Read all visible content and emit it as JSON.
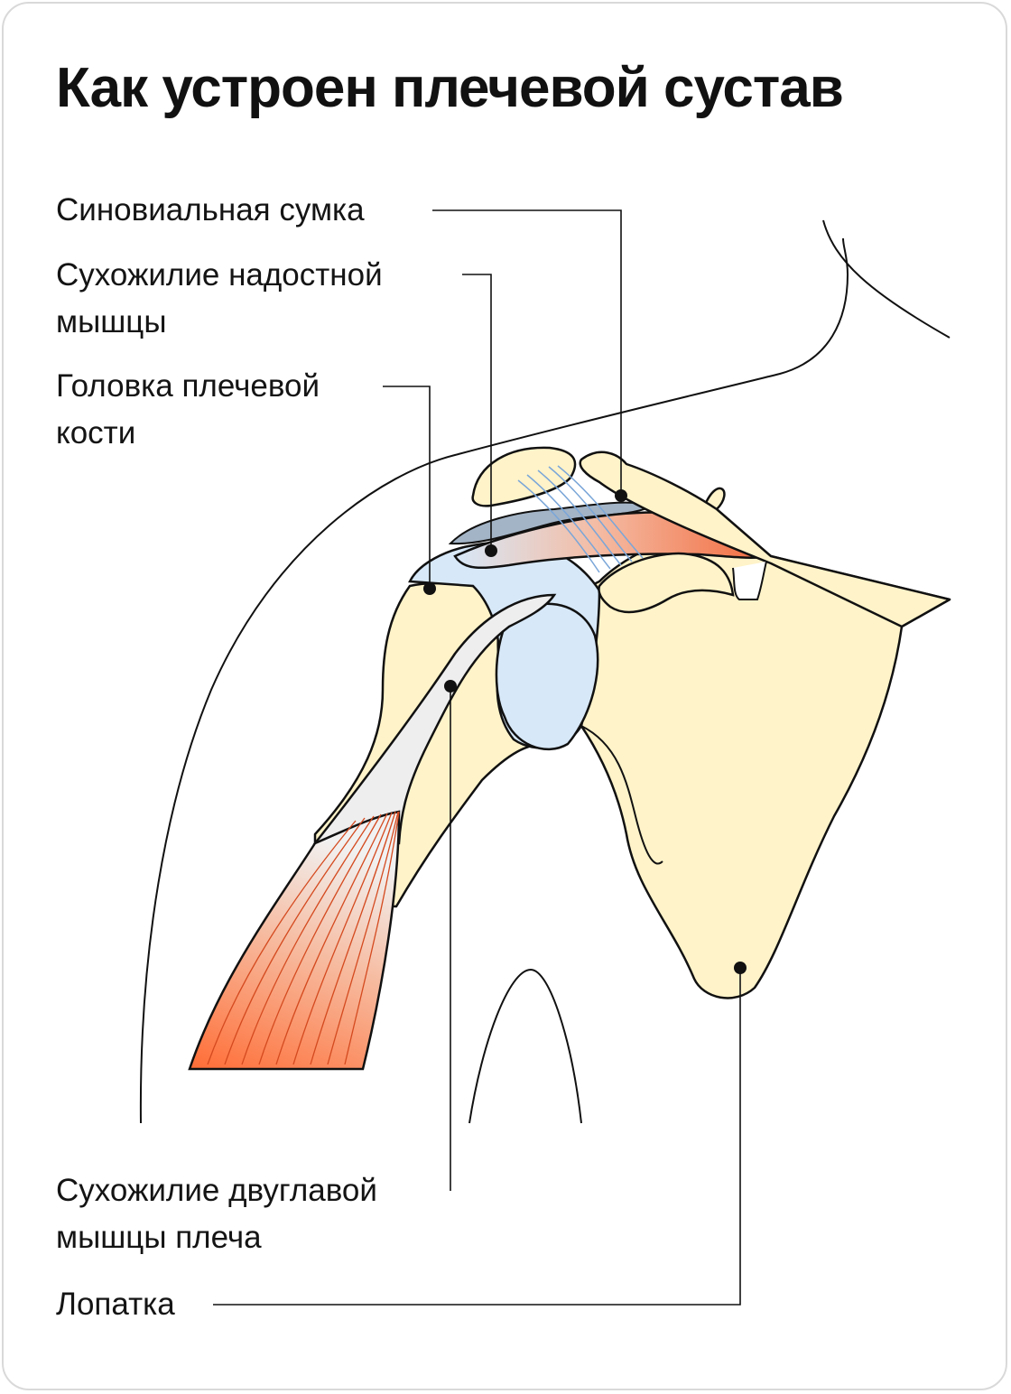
{
  "title": "Как устроен плечевой сустав",
  "labels": {
    "bursa": {
      "line1": "Синовиальная сумка"
    },
    "supraspinatus": {
      "line1": "Сухожилие надостной",
      "line2": "мышцы"
    },
    "humeral_head": {
      "line1": "Головка плечевой",
      "line2": "кости"
    },
    "biceps": {
      "line1": "Сухожилие двуглавой",
      "line2": "мышцы плеча"
    },
    "scapula": {
      "line1": "Лопатка"
    }
  },
  "colors": {
    "bone": "#fff3c9",
    "cartilage": "#d7e8f8",
    "bursa": "#a3b4c6",
    "muscle": "#ff6d36",
    "tendon": "#eeeeee",
    "outline": "#111111"
  }
}
